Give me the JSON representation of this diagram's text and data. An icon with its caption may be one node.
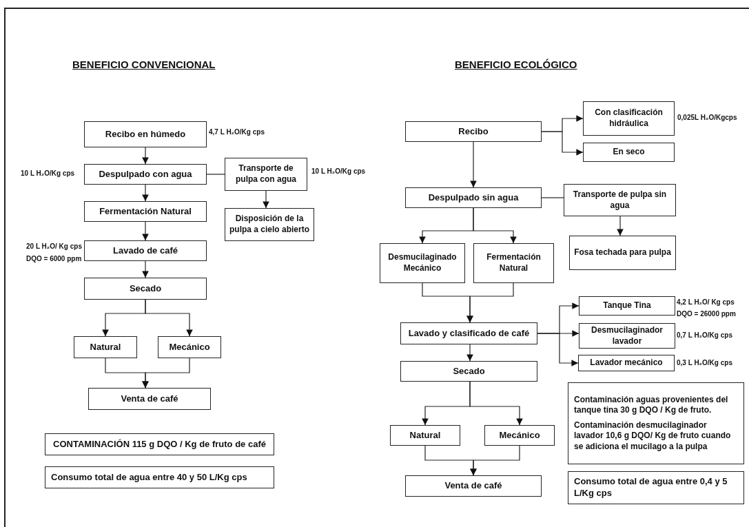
{
  "diagram": {
    "nodes": [
      {
        "text": [
          "Recibo en húmedo"
        ],
        "beside": [
          "4,7 L H₂O/Kg cps"
        ]
      },
      {
        "text": [
          "Despulpado con agua"
        ],
        "beside": [
          "10 L H₂O/Kg cps"
        ]
      },
      {
        "text": [
          "Transporte de pulpa con agua"
        ],
        "beside": [
          "10 L H₂O/Kg cps"
        ]
      },
      {
        "text": [
          "Disposición de la pulpa a cielo abierto"
        ]
      },
      {
        "text": [
          "Fermentación Natural"
        ]
      },
      {
        "text": [
          "Lavado de café"
        ],
        "beside": [
          "20 L H₂O/ Kg cps",
          "DQO = 6000 ppm"
        ]
      },
      {
        "text": [
          "Secado"
        ]
      },
      {
        "text": [
          "Natural"
        ]
      },
      {
        "text": [
          "Mecánico"
        ]
      },
      {
        "text": [
          "Venta de café"
        ]
      },
      {
        "text": [
          "CONTAMINACIÓN 115 g DQO / Kg de fruto de café"
        ]
      },
      {
        "text": [
          "Consumo total de agua entre 40 y 50 L/Kg cps"
        ]
      },
      {
        "text": [
          "Recibo"
        ]
      },
      {
        "text": [
          "Con clasificación hidráulica"
        ],
        "beside": [
          "0,025L H₂O/Kgcps"
        ]
      },
      {
        "text": [
          "En seco"
        ]
      },
      {
        "text": [
          "Despulpado sin agua"
        ]
      },
      {
        "text": [
          "Transporte de pulpa sin agua"
        ]
      },
      {
        "text": [
          "Fosa techada para pulpa"
        ]
      },
      {
        "text": [
          "Desmucilaginado Mecánico"
        ]
      },
      {
        "text": [
          "Fermentación Natural"
        ]
      },
      {
        "text": [
          "Lavado y clasificado de café"
        ]
      },
      {
        "text": [
          "Tanque Tina"
        ],
        "beside": [
          "4,2 L H₂O/ Kg cps",
          "DQO = 26000 ppm"
        ]
      },
      {
        "text": [
          "Desmucilaginador lavador"
        ],
        "beside": [
          "0,7 L H₂O/Kg cps"
        ]
      },
      {
        "text": [
          "Lavador mecánico"
        ],
        "beside": [
          "0,3 L H₂O/Kg cps"
        ]
      },
      {
        "text": [
          "Secado"
        ]
      },
      {
        "text": [
          "Natural"
        ]
      },
      {
        "text": [
          "Mecánico"
        ]
      },
      {
        "text": [
          "Venta de café"
        ]
      },
      {
        "text": [
          "Contaminación aguas provenientes del tanque tina 30 g DQO / Kg de fruto.",
          "Contaminación desmucilaginador lavador 10,6 g DQO/ Kg de fruto cuando se adiciona el mucilago a la pulpa"
        ]
      },
      {
        "text": [
          "Consumo total de agua entre 0,4 y 5 L/Kg cps"
        ]
      }
    ],
    "edges": [
      {
        "from": 0,
        "to": 1,
        "arrow": "to"
      },
      {
        "from": 1,
        "to": 2,
        "arrow": "none"
      },
      {
        "from": 2,
        "to": 3,
        "arrow": "to"
      },
      {
        "from": 1,
        "to": 4,
        "arrow": "to"
      },
      {
        "from": 4,
        "to": 5,
        "arrow": "to"
      },
      {
        "from": 5,
        "to": 6,
        "arrow": "to"
      },
      {
        "from": 6,
        "to": 7,
        "arrow": "to"
      },
      {
        "from": 6,
        "to": 8,
        "arrow": "to"
      },
      {
        "from": 7,
        "to": 9,
        "arrow": "to"
      },
      {
        "from": 8,
        "to": 9,
        "arrow": "to"
      },
      {
        "from": 12,
        "to": 13,
        "arrow": "to"
      },
      {
        "from": 12,
        "to": 14,
        "arrow": "to"
      },
      {
        "from": 12,
        "to": 15,
        "arrow": "to"
      },
      {
        "from": 15,
        "to": 16,
        "arrow": "none"
      },
      {
        "from": 16,
        "to": 17,
        "arrow": "to"
      },
      {
        "from": 15,
        "to": 18,
        "arrow": "to"
      },
      {
        "from": 15,
        "to": 19,
        "arrow": "to"
      },
      {
        "from": 18,
        "to": 20,
        "arrow": "to"
      },
      {
        "from": 19,
        "to": 20,
        "arrow": "to"
      },
      {
        "from": 20,
        "to": 21,
        "arrow": "to"
      },
      {
        "from": 20,
        "to": 22,
        "arrow": "to"
      },
      {
        "from": 20,
        "to": 23,
        "arrow": "to"
      },
      {
        "from": 20,
        "to": 24,
        "arrow": "to"
      },
      {
        "from": 24,
        "to": 25,
        "arrow": "to"
      },
      {
        "from": 24,
        "to": 26,
        "arrow": "to"
      },
      {
        "from": 25,
        "to": 27,
        "arrow": "to"
      },
      {
        "from": 26,
        "to": 27,
        "arrow": "to"
      }
    ],
    "labels": [
      "BENEFICIO CONVENCIONAL",
      "BENEFICIO ECOLÓGICO"
    ]
  }
}
